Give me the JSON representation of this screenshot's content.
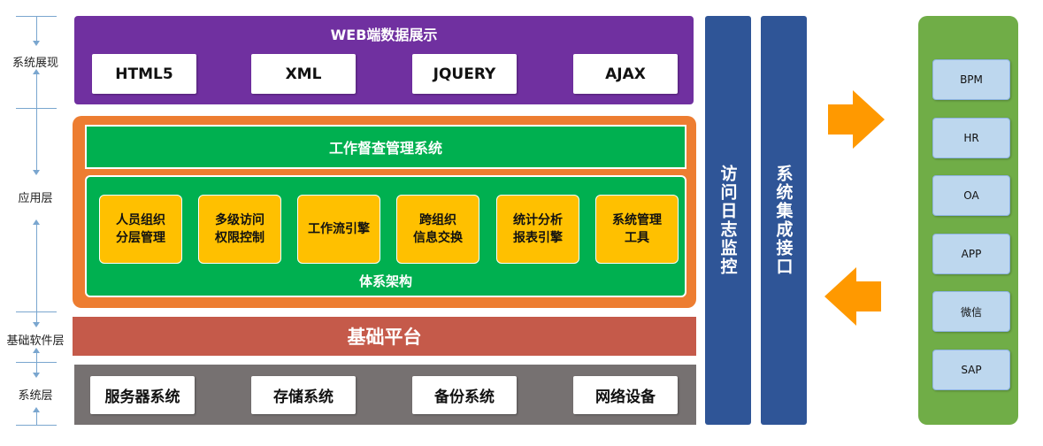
{
  "axis": {
    "labels": [
      "系统展现",
      "应用层",
      "基础软件层",
      "系统层"
    ]
  },
  "web_layer": {
    "title": "WEB端数据展示",
    "items": [
      "HTML5",
      "XML",
      "JQUERY",
      "AJAX"
    ]
  },
  "app_layer": {
    "title": "工作督查管理系统",
    "modules": [
      [
        "人员组织",
        "分层管理"
      ],
      [
        "多级访问",
        "权限控制"
      ],
      [
        "工作流引擎"
      ],
      [
        "跨组织",
        "信息交换"
      ],
      [
        "统计分析",
        "报表引擎"
      ],
      [
        "系统管理",
        "工具"
      ]
    ],
    "architecture_label": "体系架构"
  },
  "base_platform": {
    "label": "基础平台"
  },
  "system_layer": {
    "items": [
      "服务器系统",
      "存储系统",
      "备份系统",
      "网络设备"
    ]
  },
  "vertical_bars": {
    "log_monitor": "访问日志监控",
    "integration": "系统集成接口"
  },
  "external_systems": [
    "BPM",
    "HR",
    "OA",
    "APP",
    "微信",
    "SAP"
  ],
  "colors": {
    "web": "#7030a0",
    "app_outer": "#ed7d31",
    "app_green": "#00b050",
    "module": "#ffc000",
    "base": "#c55a4a",
    "system": "#767171",
    "bar": "#2f5597",
    "right_panel": "#70ad47",
    "pill": "#bdd7ee",
    "arrow": "#ff9900"
  }
}
